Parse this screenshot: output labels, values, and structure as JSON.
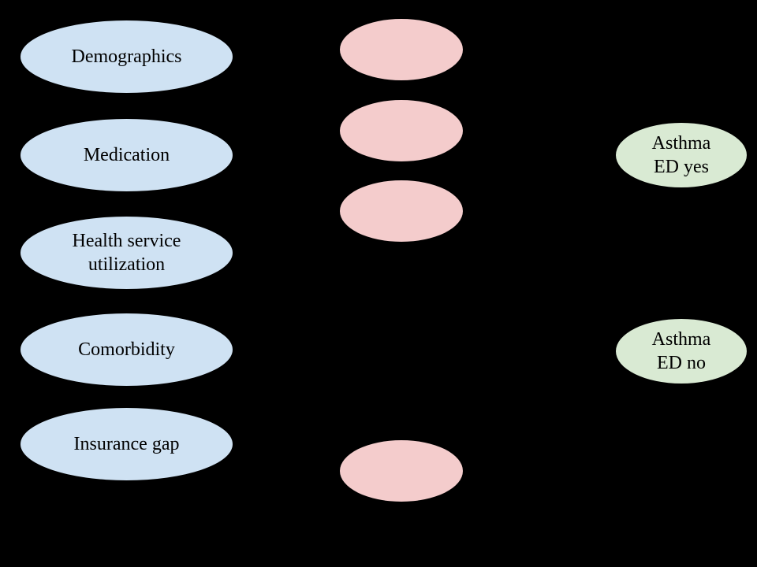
{
  "diagram": {
    "type": "neural-network",
    "background_color": "#000000",
    "node_border_color": "#000000",
    "text_color": "#000000",
    "layers": {
      "input": {
        "fill": "#cfe2f3",
        "nodes": [
          {
            "label": "Demographics"
          },
          {
            "label": "Medication"
          },
          {
            "label": "Health service utilization"
          },
          {
            "label": "Comorbidity"
          },
          {
            "label": "Insurance gap"
          }
        ]
      },
      "hidden": {
        "fill": "#f4cccc",
        "nodes": [
          {
            "label": ""
          },
          {
            "label": ""
          },
          {
            "label": ""
          },
          {
            "label": ""
          }
        ]
      },
      "output": {
        "fill": "#d9ead3",
        "nodes": [
          {
            "label": "Asthma ED yes"
          },
          {
            "label": "Asthma ED no"
          }
        ]
      }
    }
  }
}
